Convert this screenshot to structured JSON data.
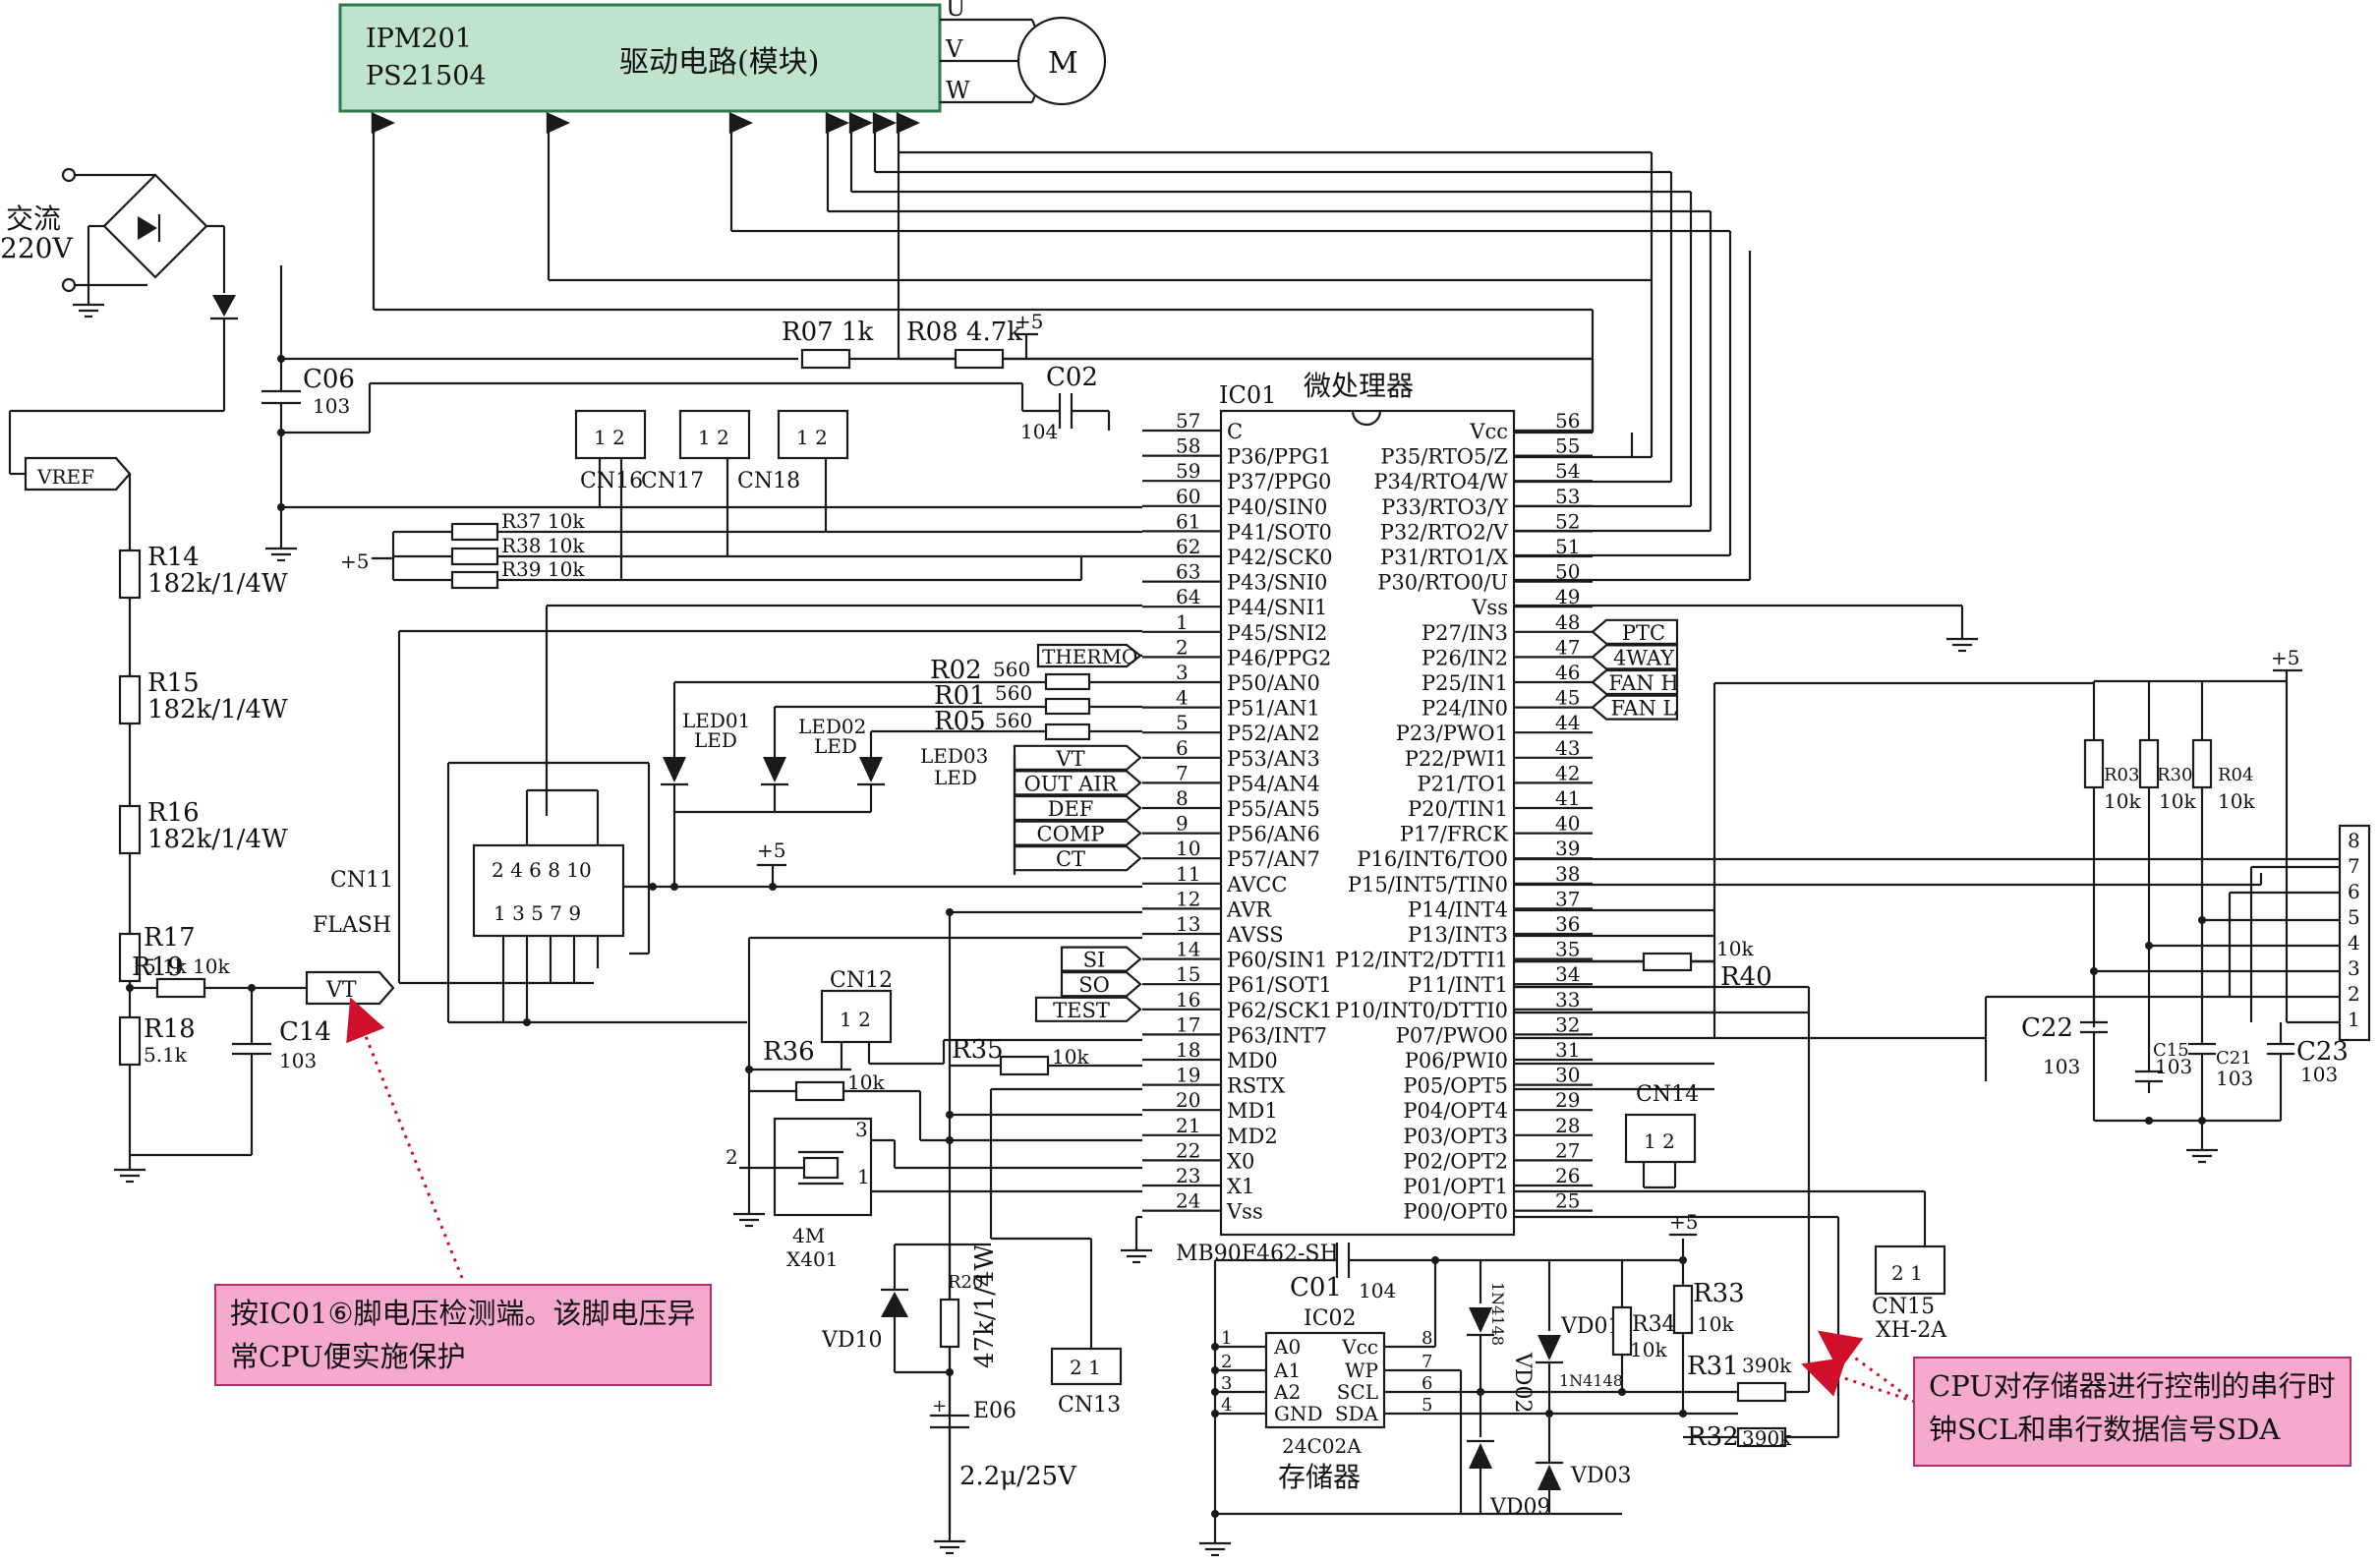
{
  "ipm": {
    "line1": "IPM201",
    "line2": "PS21504",
    "desc": "驱动电路(模块)"
  },
  "motor": {
    "label": "M",
    "u": "U",
    "v": "V",
    "w": "W"
  },
  "ac": {
    "line1": "交流",
    "line2": "220V"
  },
  "vref": "VREF",
  "vt": "VT",
  "c06": {
    "name": "C06",
    "value": "103"
  },
  "c02": {
    "name": "C02",
    "value": "104"
  },
  "r07": "R07 1k",
  "r08": "R08 4.7k",
  "plus5": "+5",
  "plus5_left": "+5",
  "r14": {
    "name": "R14",
    "value": "182k/1/4W"
  },
  "r15": {
    "name": "R15",
    "value": "182k/1/4W"
  },
  "r16": {
    "name": "R16",
    "value": "182k/1/4W"
  },
  "r17": {
    "name": "R17",
    "value": "5.1k"
  },
  "r18": {
    "name": "R18",
    "value": "5.1k"
  },
  "r19": {
    "name": "R19",
    "value": "10k"
  },
  "c14": {
    "name": "C14",
    "value": "103"
  },
  "cn16": "CN16",
  "cn17": "CN17",
  "cn18": "CN18",
  "pin12": "1 2",
  "r37": "R37 10k",
  "r38": "R38 10k",
  "r39": "R39 10k",
  "cn11": {
    "name": "CN11",
    "sub": "FLASH",
    "top_pins": "2 4 6 8 10",
    "bot_pins": "1 3 5 7 9"
  },
  "thermo": "THERMO",
  "r02": {
    "name": "R02",
    "value": "560"
  },
  "r01": {
    "name": "R01",
    "value": "560"
  },
  "r05": {
    "name": "R05",
    "value": "560"
  },
  "led01": {
    "name": "LED01",
    "type": "LED"
  },
  "led02": {
    "name": "LED02",
    "type": "LED"
  },
  "led03": {
    "name": "LED03",
    "type": "LED"
  },
  "analog_inputs": [
    "VT",
    "OUT AIR",
    "DEF",
    "COMP",
    "CT"
  ],
  "serial_tags": [
    "SI",
    "SO",
    "TEST"
  ],
  "cn12": "CN12",
  "r36": "R36",
  "r35": {
    "name": "R35",
    "value": "10k"
  },
  "r36_val": "10k",
  "x401": {
    "name": "X401",
    "freq": "4M",
    "p2": "2",
    "p1": "1",
    "p3": "3"
  },
  "vd10": "VD10",
  "r20": {
    "name": "R20",
    "value": "47k/1/4W"
  },
  "e06": {
    "name": "E06",
    "value": "2.2μ/25V"
  },
  "cn13": {
    "name": "CN13",
    "pins": "2 1"
  },
  "ic01": {
    "ref": "IC01",
    "title": "微处理器",
    "model": "MB90F462-SH",
    "left_pins": [
      {
        "num": "57",
        "name": "C"
      },
      {
        "num": "58",
        "name": "P36/PPG1"
      },
      {
        "num": "59",
        "name": "P37/PPG0"
      },
      {
        "num": "60",
        "name": "P40/SIN0"
      },
      {
        "num": "61",
        "name": "P41/SOT0"
      },
      {
        "num": "62",
        "name": "P42/SCK0"
      },
      {
        "num": "63",
        "name": "P43/SNI0"
      },
      {
        "num": "64",
        "name": "P44/SNI1"
      },
      {
        "num": "1",
        "name": "P45/SNI2"
      },
      {
        "num": "2",
        "name": "P46/PPG2"
      },
      {
        "num": "3",
        "name": "P50/AN0"
      },
      {
        "num": "4",
        "name": "P51/AN1"
      },
      {
        "num": "5",
        "name": "P52/AN2"
      },
      {
        "num": "6",
        "name": "P53/AN3"
      },
      {
        "num": "7",
        "name": "P54/AN4"
      },
      {
        "num": "8",
        "name": "P55/AN5"
      },
      {
        "num": "9",
        "name": "P56/AN6"
      },
      {
        "num": "10",
        "name": "P57/AN7"
      },
      {
        "num": "11",
        "name": "AVCC"
      },
      {
        "num": "12",
        "name": "AVR"
      },
      {
        "num": "13",
        "name": "AVSS"
      },
      {
        "num": "14",
        "name": "P60/SIN1"
      },
      {
        "num": "15",
        "name": "P61/SOT1"
      },
      {
        "num": "16",
        "name": "P62/SCK1"
      },
      {
        "num": "17",
        "name": "P63/INT7"
      },
      {
        "num": "18",
        "name": "MD0"
      },
      {
        "num": "19",
        "name": "RSTX"
      },
      {
        "num": "20",
        "name": "MD1"
      },
      {
        "num": "21",
        "name": "MD2"
      },
      {
        "num": "22",
        "name": "X0"
      },
      {
        "num": "23",
        "name": "X1"
      },
      {
        "num": "24",
        "name": "Vss"
      }
    ],
    "right_pins": [
      {
        "num": "56",
        "name": "Vcc"
      },
      {
        "num": "55",
        "name": "P35/RTO5/Z"
      },
      {
        "num": "54",
        "name": "P34/RTO4/W"
      },
      {
        "num": "53",
        "name": "P33/RTO3/Y"
      },
      {
        "num": "52",
        "name": "P32/RTO2/V"
      },
      {
        "num": "51",
        "name": "P31/RTO1/X"
      },
      {
        "num": "50",
        "name": "P30/RTO0/U"
      },
      {
        "num": "49",
        "name": "Vss"
      },
      {
        "num": "48",
        "name": "P27/IN3"
      },
      {
        "num": "47",
        "name": "P26/IN2"
      },
      {
        "num": "46",
        "name": "P25/IN1"
      },
      {
        "num": "45",
        "name": "P24/IN0"
      },
      {
        "num": "44",
        "name": "P23/PWO1"
      },
      {
        "num": "43",
        "name": "P22/PWI1"
      },
      {
        "num": "42",
        "name": "P21/TO1"
      },
      {
        "num": "41",
        "name": "P20/TIN1"
      },
      {
        "num": "40",
        "name": "P17/FRCK"
      },
      {
        "num": "39",
        "name": "P16/INT6/TO0"
      },
      {
        "num": "38",
        "name": "P15/INT5/TIN0"
      },
      {
        "num": "37",
        "name": "P14/INT4"
      },
      {
        "num": "36",
        "name": "P13/INT3"
      },
      {
        "num": "35",
        "name": "P12/INT2/DTTI1"
      },
      {
        "num": "34",
        "name": "P11/INT1"
      },
      {
        "num": "33",
        "name": "P10/INT0/DTTI0"
      },
      {
        "num": "32",
        "name": "P07/PWO0"
      },
      {
        "num": "31",
        "name": "P06/PWI0"
      },
      {
        "num": "30",
        "name": "P05/OPT5"
      },
      {
        "num": "29",
        "name": "P04/OPT4"
      },
      {
        "num": "28",
        "name": "P03/OPT3"
      },
      {
        "num": "27",
        "name": "P02/OPT2"
      },
      {
        "num": "26",
        "name": "P01/OPT1"
      },
      {
        "num": "25",
        "name": "P00/OPT0"
      }
    ]
  },
  "out_tags": [
    "PTC",
    "4WAY",
    "FAN H",
    "FAN L"
  ],
  "c01": {
    "name": "C01",
    "value": "104"
  },
  "ic02": {
    "ref": "IC02",
    "model": "24C02A",
    "desc": "存储器",
    "left": [
      "A0",
      "A1",
      "A2",
      "GND"
    ],
    "right": [
      "Vcc",
      "WP",
      "SCL",
      "SDA"
    ],
    "lnum": [
      "1",
      "2",
      "3",
      "4"
    ],
    "rnum": [
      "8",
      "7",
      "6",
      "5"
    ]
  },
  "vd02": "VD02",
  "vd01": "VD01",
  "vd09": "VD09",
  "vd03": "VD03",
  "diode_type": "1N4148",
  "r34": {
    "name": "R34",
    "value": "10k"
  },
  "r33": {
    "name": "R33",
    "value": "10k"
  },
  "r31": {
    "name": "R31",
    "value": "390k"
  },
  "r32": {
    "name": "R32",
    "value": "390k"
  },
  "r40": {
    "name": "R40",
    "value": "10k"
  },
  "cn14": "CN14",
  "cn15": {
    "name": "CN15",
    "type": "XH-2A",
    "pins": "2 1"
  },
  "r03": {
    "name": "R03",
    "value": "10k"
  },
  "r30": {
    "name": "R30",
    "value": "10k"
  },
  "r04": {
    "name": "R04",
    "value": "10k"
  },
  "c22": {
    "name": "C22",
    "value": "103"
  },
  "c15": {
    "name": "C15",
    "value": "103"
  },
  "c21": {
    "name": "C21",
    "value": "103"
  },
  "c23": {
    "name": "C23",
    "value": "103"
  },
  "conn8_pins": [
    "8",
    "7",
    "6",
    "5",
    "4",
    "3",
    "2",
    "1"
  ],
  "note_vt": "按IC01⑥脚电压检测端。该脚电压异常CPU便实施保护",
  "note_mem": "CPU对存储器进行控制的串行时钟SCL和串行数据信号SDA",
  "colors": {
    "ipm_fill": "#bfe3cc",
    "ipm_border": "#2d7a4d",
    "note_fill": "#f5a9cf",
    "note_border": "#b0306e",
    "arrow": "#d0102a"
  }
}
